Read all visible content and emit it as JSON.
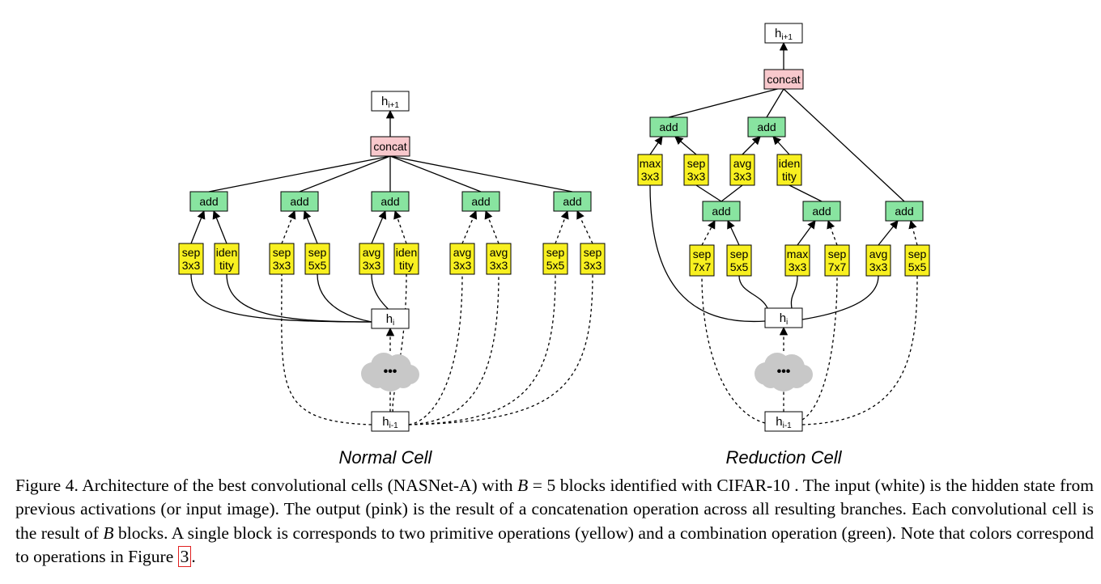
{
  "figure": {
    "colors": {
      "input": "#ffffff",
      "output": "#f8c8cc",
      "combination": "#88e4a0",
      "primitive": "#f8f020",
      "cloud": "#c8c8c8"
    },
    "normal_cell": {
      "title": "Normal Cell",
      "output_label": "h",
      "output_sub": "i+1",
      "concat_label": "concat",
      "add_label": "add",
      "hi_label": "h",
      "hi_sub": "i",
      "hprev_label": "h",
      "hprev_sub": "i-1",
      "cloud_label": "•••",
      "ops": [
        [
          "sep",
          "3x3"
        ],
        [
          "iden",
          "tity"
        ],
        [
          "sep",
          "3x3"
        ],
        [
          "sep",
          "5x5"
        ],
        [
          "avg",
          "3x3"
        ],
        [
          "iden",
          "tity"
        ],
        [
          "avg",
          "3x3"
        ],
        [
          "avg",
          "3x3"
        ],
        [
          "sep",
          "5x5"
        ],
        [
          "sep",
          "3x3"
        ]
      ]
    },
    "reduction_cell": {
      "title": "Reduction Cell",
      "output_label": "h",
      "output_sub": "i+1",
      "concat_label": "concat",
      "add_label": "add",
      "hi_label": "h",
      "hi_sub": "i",
      "hprev_label": "h",
      "hprev_sub": "i-1",
      "cloud_label": "•••",
      "top_ops": [
        [
          "max",
          "3x3"
        ],
        [
          "sep",
          "3x3"
        ],
        [
          "avg",
          "3x3"
        ],
        [
          "iden",
          "tity"
        ]
      ],
      "bottom_ops": [
        [
          "sep",
          "7x7"
        ],
        [
          "sep",
          "5x5"
        ],
        [
          "max",
          "3x3"
        ],
        [
          "sep",
          "7x7"
        ],
        [
          "avg",
          "3x3"
        ],
        [
          "sep",
          "5x5"
        ]
      ]
    }
  },
  "caption": {
    "part1": "Figure 4. Architecture of the best convolutional cells (NASNet-A) with ",
    "math_var": "B",
    "math_eq": " = 5",
    "part2": " blocks identified with CIFAR-10 . The input (white) is the hidden state from previous activations (or input image). The output (pink) is the result of a concatenation operation across all resulting branches. Each convolutional cell is the result of ",
    "math_var2": "B",
    "part3": " blocks. A single block is corresponds to two primitive operations (yellow) and a combination operation (green). Note that colors correspond to operations in Figure ",
    "fig_ref": "3",
    "part4": "."
  }
}
